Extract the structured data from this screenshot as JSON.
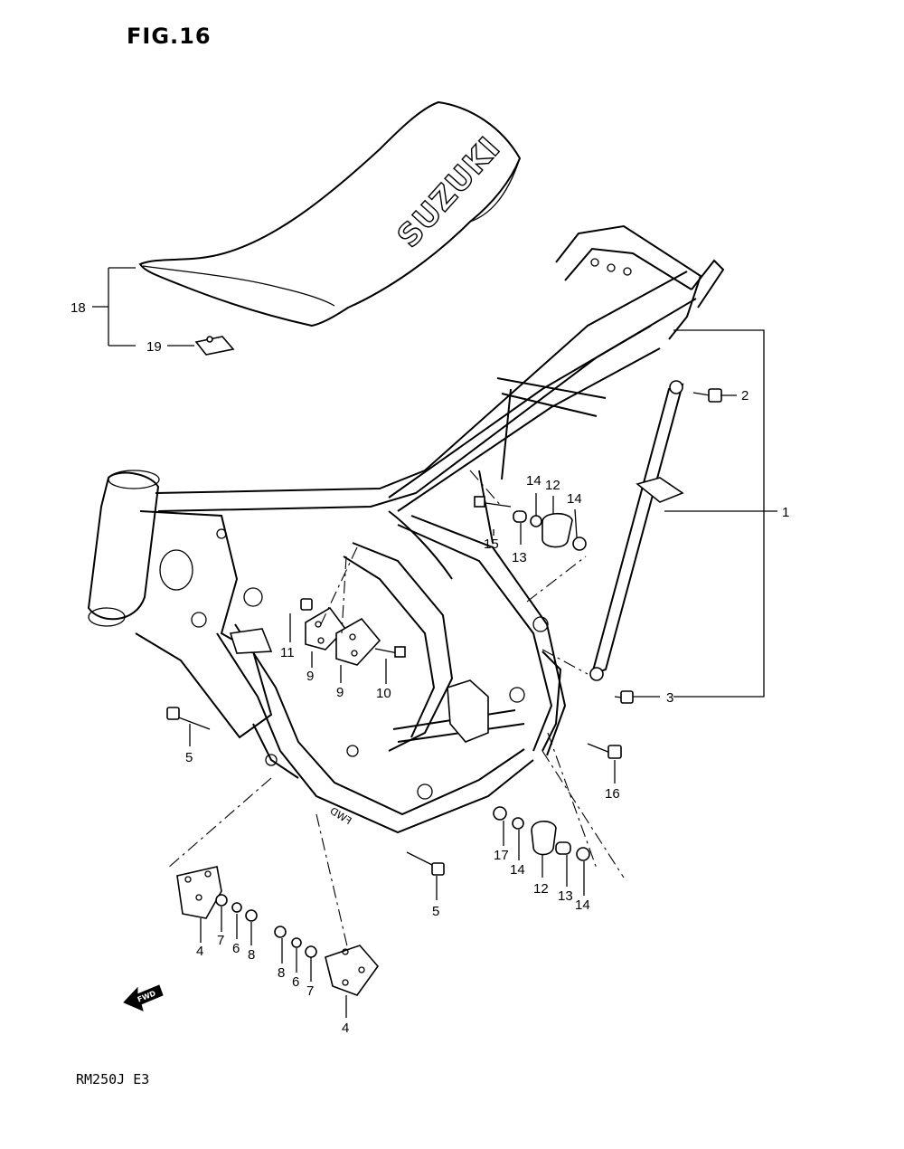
{
  "header": {
    "figure_label": "FIG.16"
  },
  "footer": {
    "model_code": "RM250J E3"
  },
  "seat": {
    "brand_text": "SUZUKI"
  },
  "frame": {
    "stamp_text": "FWD"
  },
  "direction_marker": {
    "label": "FWD"
  },
  "callouts": [
    {
      "id": "c1",
      "label": "1"
    },
    {
      "id": "c2",
      "label": "2"
    },
    {
      "id": "c3",
      "label": "3"
    },
    {
      "id": "c4a",
      "label": "4"
    },
    {
      "id": "c4b",
      "label": "4"
    },
    {
      "id": "c5a",
      "label": "5"
    },
    {
      "id": "c5b",
      "label": "5"
    },
    {
      "id": "c6a",
      "label": "6"
    },
    {
      "id": "c6b",
      "label": "6"
    },
    {
      "id": "c7a",
      "label": "7"
    },
    {
      "id": "c7b",
      "label": "7"
    },
    {
      "id": "c8a",
      "label": "8"
    },
    {
      "id": "c8b",
      "label": "8"
    },
    {
      "id": "c9a",
      "label": "9"
    },
    {
      "id": "c9b",
      "label": "9"
    },
    {
      "id": "c10",
      "label": "10"
    },
    {
      "id": "c11",
      "label": "11"
    },
    {
      "id": "c12a",
      "label": "12"
    },
    {
      "id": "c12b",
      "label": "12"
    },
    {
      "id": "c13a",
      "label": "13"
    },
    {
      "id": "c13b",
      "label": "13"
    },
    {
      "id": "c14a",
      "label": "14"
    },
    {
      "id": "c14b",
      "label": "14"
    },
    {
      "id": "c14c",
      "label": "14"
    },
    {
      "id": "c14d",
      "label": "14"
    },
    {
      "id": "c15",
      "label": "15"
    },
    {
      "id": "c16",
      "label": "16"
    },
    {
      "id": "c17",
      "label": "17"
    },
    {
      "id": "c18",
      "label": "18"
    },
    {
      "id": "c19",
      "label": "19"
    }
  ]
}
